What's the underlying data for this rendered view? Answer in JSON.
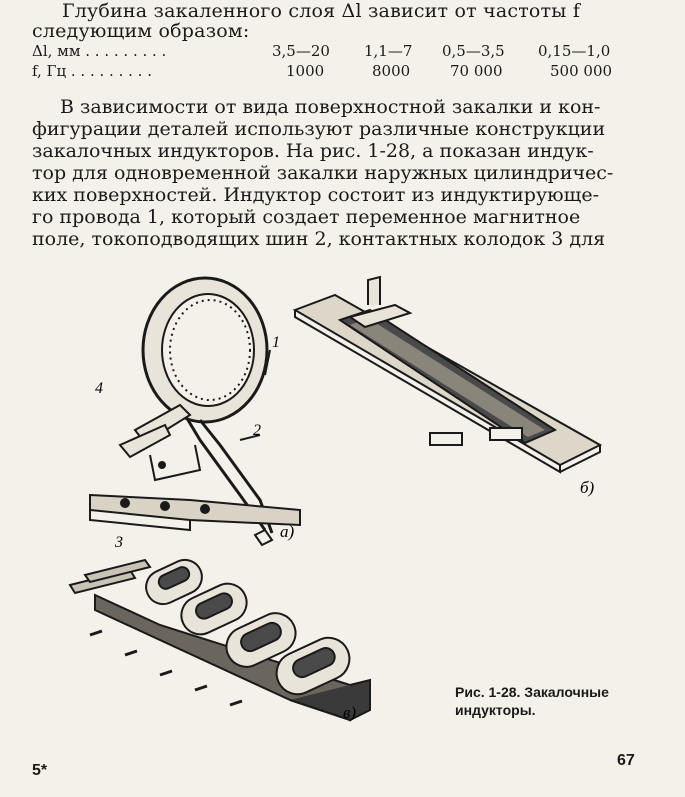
{
  "intro": {
    "line1": "Глубина закаленного слоя Δl зависит от частоты f",
    "line2": "следующим образом:"
  },
  "table": {
    "rows": [
      {
        "label": "Δl, мм . . . . . . . . .",
        "values": [
          "3,5—20",
          "1,1—7",
          "0,5—3,5",
          "0,15—1,0"
        ]
      },
      {
        "label": "f, Гц . . . . . . . . .",
        "values": [
          "1000",
          "8000",
          "70 000",
          "500 000"
        ]
      }
    ]
  },
  "paragraph": {
    "lines": [
      "В зависимости от вида поверхностной закалки и кон-",
      "фигурации деталей используют различные конструкции",
      "закалочных индукторов. На рис. 1-28, а показан индук-",
      "тор для одновременной закалки наружных цилиндричес-",
      "ких поверхностей. Индуктор состоит из индуктирующе-",
      "го провода 1, который создает переменное магнитное",
      "поле, токоподводящих шин 2, контактных колодок 3 для"
    ]
  },
  "figure": {
    "callouts": [
      "1",
      "2",
      "3",
      "4"
    ],
    "sub_labels": [
      "а)",
      "б)",
      "в)"
    ]
  },
  "caption": {
    "line1": "Рис. 1-28. Закалочные",
    "line2": "индукторы."
  },
  "footer": {
    "signature": "5*",
    "page_number": "67"
  }
}
